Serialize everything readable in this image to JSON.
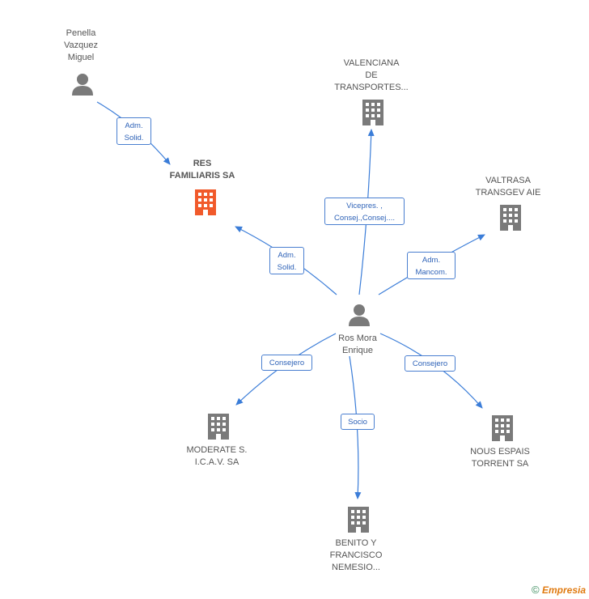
{
  "colors": {
    "edge": "#3b7dd8",
    "building": "#7a7a7a",
    "building_main": "#f15a2b",
    "person": "#7a7a7a"
  },
  "nodes": {
    "penella": {
      "label": "Penella\nVazquez\nMiguel",
      "icon": "person-icon"
    },
    "res": {
      "label": "RES\nFAMILIARIS SA",
      "icon": "building-icon"
    },
    "valenciana": {
      "label": "VALENCIANA\nDE\nTRANSPORTES...",
      "icon": "building-icon"
    },
    "valtrasa": {
      "label": "VALTRASA\nTRANSGEV AIE",
      "icon": "building-icon"
    },
    "ros": {
      "label": "Ros Mora\nEnrique",
      "icon": "person-icon"
    },
    "moderate": {
      "label": "MODERATE S.\nI.C.A.V. SA",
      "icon": "building-icon"
    },
    "nous": {
      "label": "NOUS ESPAIS\nTORRENT SA",
      "icon": "building-icon"
    },
    "benito": {
      "label": "BENITO Y\nFRANCISCO\nNEMESIO...",
      "icon": "building-icon"
    }
  },
  "edges": {
    "penella_res": "Adm.\nSolid.",
    "ros_res": "Adm.\nSolid.",
    "ros_valenciana": "Vicepres. ,\nConsej.,Consej....",
    "ros_valtrasa": "Adm.\nMancom.",
    "ros_moderate": "Consejero",
    "ros_nous": "Consejero",
    "ros_benito": "Socio"
  },
  "footer": {
    "copyright": "©",
    "brand": "Empresia"
  }
}
